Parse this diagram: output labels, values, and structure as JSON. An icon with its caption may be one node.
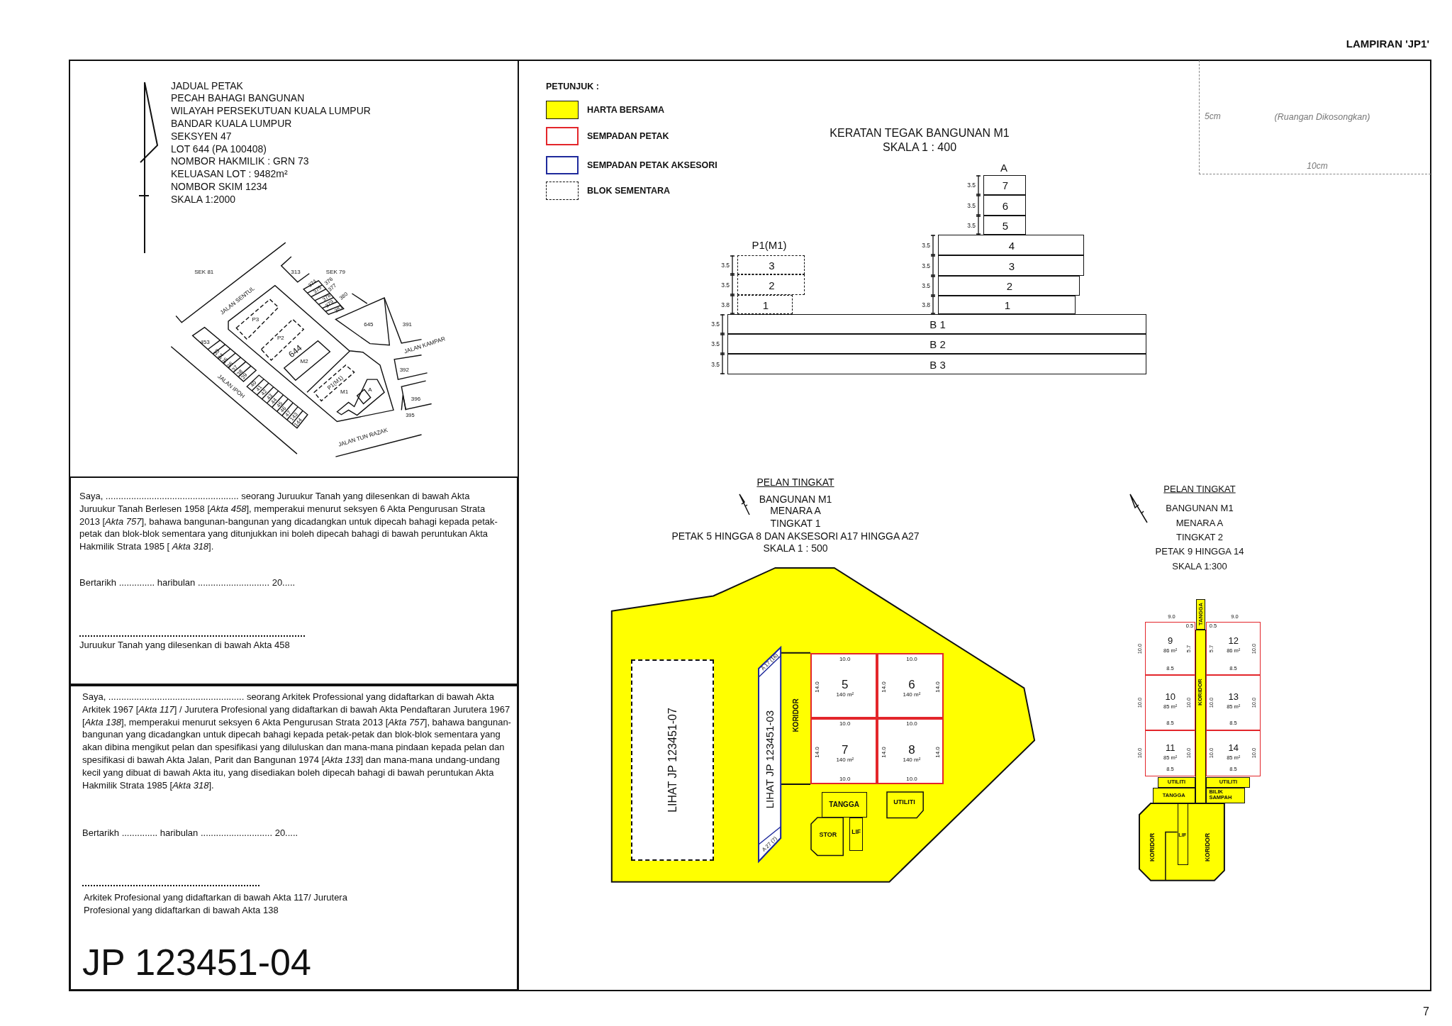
{
  "diagram": {
    "nodes": [
      {
        "text": [
          "Saya, .................................................... seorang Juruukur Tanah yang dilesenkan di bawah Akta Juruukur Tanah Berlesen 1958 [*Akta 458*], memperakui menurut seksyen 6 Akta Pengurusan Strata 2013 [*Akta 757*], bahawa bangunan-bangunan yang dicadangkan untuk dipecah bahagi kepada petak-petak dan blok-blok sementara yang ditunjukkan ini boleh dipecah bahagi di bawah peruntukan Akta Hakmilik Strata 1985 [ *Akta 318*].",
          "Bertarikh .............. haribulan ............................ 20.....",
          "Juruukur Tanah yang dilesenkan di bawah Akta 458"
        ]
      },
      {
        "text": [
          "Saya, ..................................................... seorang Arkitek Professional yang didaftarkan di bawah Akta Arkitek 1967 [*Akta 117*] / Jurutera Profesional yang didaftarkan di bawah Akta Pendaftaran Jurutera 1967 [*Akta 138*], memperakui menurut seksyen 6 Akta Pengurusan Strata 2013 [*Akta 757*], bahawa bangunan-bangunan yang dicadangkan untuk dipecah bahagi kepada petak-petak dan blok-blok sementara yang akan dibina mengikut pelan dan spesifikasi yang diluluskan dan mana-mana pindaan kepada pelan dan spesifikasi di bawah Akta Jalan, Parit dan Bangunan 1974 [*Akta 133*] dan mana-mana undang-undang kecil yang dibuat di bawah Akta itu, yang disediakan boleh dipecah bahagi di bawah peruntukan Akta Hakmilik Strata 1985 [*Akta 318*].",
          "Bertarikh .............. haribulan ............................ 20.....",
          "Arkitek Profesional yang didaftarkan di bawah Akta 117/ Jurutera Profesional yang didaftarkan di bawah Akta 138"
        ]
      },
      {
        "text": [
          "5cm",
          "(Ruangan Dikosongkan)",
          "10cm"
        ]
      },
      {
        "text": [
          "7"
        ],
        "beside": [
          "3.5"
        ]
      },
      {
        "text": [
          "6"
        ],
        "beside": [
          "3.5"
        ]
      },
      {
        "text": [
          "5"
        ],
        "beside": [
          "3.5"
        ]
      },
      {
        "text": [
          "4"
        ],
        "beside": [
          "3.5"
        ]
      },
      {
        "text": [
          "3"
        ],
        "beside": [
          "3.5"
        ]
      },
      {
        "text": [
          "2"
        ],
        "beside": [
          "3.5"
        ]
      },
      {
        "text": [
          "1"
        ],
        "beside": [
          "3.8"
        ]
      },
      {
        "text": [
          "3"
        ],
        "beside": [
          "3.5"
        ]
      },
      {
        "text": [
          "2"
        ],
        "beside": [
          "3.5"
        ]
      },
      {
        "text": [
          "1"
        ],
        "beside": [
          "3.8"
        ]
      },
      {
        "text": [
          "B 1"
        ],
        "beside": [
          "3.5"
        ]
      },
      {
        "text": [
          "B 2"
        ],
        "beside": [
          "3.5"
        ]
      },
      {
        "text": [
          "B 3"
        ],
        "beside": [
          "3.5"
        ]
      },
      {
        "text": [
          "LIHAT JP 123451-07"
        ]
      },
      {
        "text": [
          "LIHAT JP 123451-03"
        ]
      },
      {
        "text": [
          "A 17 (16)"
        ],
        "in": 17
      },
      {
        "text": [
          "A 27 (7)"
        ],
        "in": 17
      },
      {
        "text": [
          "5",
          "140 m²",
          "10.0",
          "14.0"
        ]
      },
      {
        "text": [
          "6",
          "140 m²",
          "10.0",
          "14.0",
          "14.0"
        ]
      },
      {
        "text": [
          "7",
          "140 m²",
          "10.0",
          "14.0",
          "10.0"
        ]
      },
      {
        "text": [
          "8",
          "140 m²",
          "10.0",
          "14.0",
          "14.0",
          "10.0"
        ]
      },
      {
        "text": [
          "TANGGA"
        ]
      },
      {
        "text": [
          "UTILITI"
        ]
      },
      {
        "text": [
          "STOR"
        ]
      },
      {
        "text": [
          "LIF"
        ]
      },
      {
        "text": [
          "TANGGA"
        ]
      },
      {
        "text": [
          "KORIDOR"
        ]
      },
      {
        "text": [
          "9",
          "86 m²",
          "5.7",
          "8.5"
        ],
        "beside": [
          "9.0",
          "10.0"
        ]
      },
      {
        "text": [
          "10",
          "85 m²",
          "10.0",
          "8.5"
        ],
        "beside": [
          "10.0"
        ]
      },
      {
        "text": [
          "11",
          "85 m²",
          "10.0",
          "8.5"
        ],
        "beside": [
          "10.0"
        ]
      },
      {
        "text": [
          "12",
          "86 m²",
          "5.7",
          "10.0",
          "8.5"
        ],
        "beside": [
          "9.0"
        ]
      },
      {
        "text": [
          "13",
          "85 m²",
          "10.0",
          "10.0",
          "8.5"
        ]
      },
      {
        "text": [
          "14",
          "85 m²",
          "10.0",
          "10.0",
          "8.5"
        ]
      },
      {
        "text": [
          "UTILITI"
        ]
      },
      {
        "text": [
          "UTILITI"
        ]
      },
      {
        "text": [
          "TANGGA"
        ]
      },
      {
        "text": [
          "BILIK SAMPAH"
        ]
      },
      {
        "text": [
          "KORIDOR",
          "KORIDOR"
        ]
      },
      {
        "text": [
          "LIF"
        ],
        "in": 40
      }
    ],
    "labels": [
      "LAMPIRAN 'JP1'",
      "JADUAL PETAK",
      "PECAH BAHAGI BANGUNAN",
      "WILAYAH PERSEKUTUAN KUALA LUMPUR",
      "BANDAR KUALA LUMPUR",
      "SEKSYEN 47",
      "LOT 644 (PA 100408)",
      "NOMBOR HAKMILIK : GRN 73",
      "KELUASAN LOT : 9482m²",
      "NOMBOR SKIM 1234",
      "SKALA 1:2000",
      "SEK 81",
      "313",
      "SEK 79",
      "374",
      "375",
      "376",
      "377",
      "378",
      "379",
      "380",
      "381",
      "JALAN SENTUL",
      "645",
      "391",
      "JALAN KAMPAR",
      "453",
      "33",
      "34",
      "35",
      "36",
      "37",
      "38",
      "39",
      "P3",
      "P2",
      "644",
      "M2",
      "392",
      "JALAN IPOH",
      "40",
      "41",
      "42",
      "43",
      "44",
      "45",
      "46",
      "47",
      "143",
      "144",
      "P1(M1)",
      "M1",
      "A",
      "396",
      "395",
      "JALAN TUN RAZAK",
      "JP 123451-04",
      "PETUNJUK :",
      "KERATAN TEGAK BANGUNAN M1",
      "SKALA 1 : 400",
      "A",
      "P1(M1)",
      "PELAN TINGKAT",
      "BANGUNAN M1",
      "MENARA A",
      "TINGKAT 1",
      "PETAK 5 HINGGA 8 DAN AKSESORI A17 HINGGA A27",
      "SKALA 1 : 500",
      "KORIDOR",
      "PELAN TINGKAT",
      "BANGUNAN M1",
      "MENARA A",
      "TINGKAT 2",
      "PETAK 9 HINGGA 14",
      "SKALA 1:300",
      "0.5",
      "0.5",
      "7"
    ],
    "legend": [
      {
        "text": "HARTA BERSAMA",
        "color": "#ffff00"
      },
      {
        "text": "SEMPADAN PETAK"
      },
      {
        "text": "SEMPADAN PETAK AKSESORI"
      },
      {
        "text": "BLOK SEMENTARA"
      }
    ]
  }
}
